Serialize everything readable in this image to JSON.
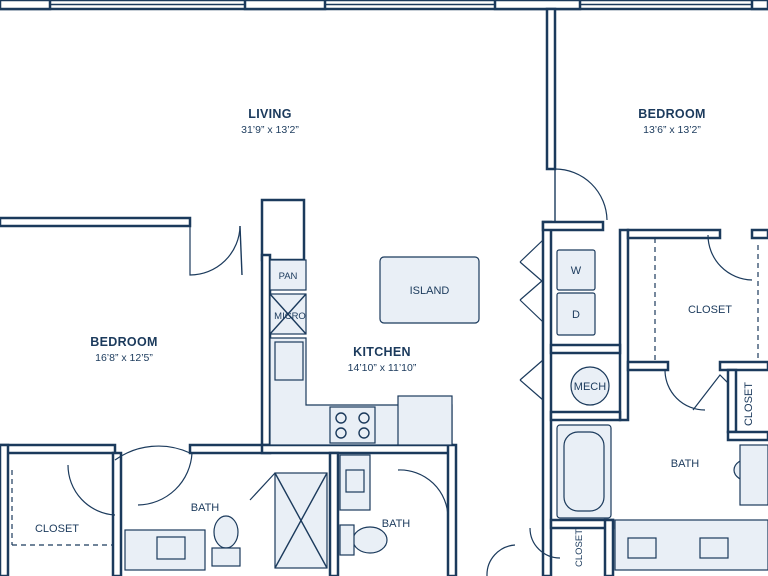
{
  "rooms": {
    "living": {
      "name": "LIVING",
      "size": "31’9” x 13’2”"
    },
    "bedroom_right": {
      "name": "BEDROOM",
      "size": "13’6” x 13’2”"
    },
    "bedroom_left": {
      "name": "BEDROOM",
      "size": "16’8” x 12’5”"
    },
    "kitchen": {
      "name": "KITCHEN",
      "size": "14’10” x  11’10”"
    }
  },
  "fixtures": {
    "island": "ISLAND",
    "pantry": "PAN",
    "micro": "MICRO",
    "washer": "W",
    "dryer": "D",
    "mech": "MECH",
    "closet_left": "CLOSET",
    "closet_right": "CLOSET",
    "closet_right_vertical": "CLOSET",
    "closet_small_vertical": "CLOSET",
    "bath_left": "BATH",
    "bath_center": "BATH",
    "bath_right": "BATH"
  },
  "colors": {
    "wall": "#1b3a5c",
    "fixture_fill": "#e9eff6"
  }
}
